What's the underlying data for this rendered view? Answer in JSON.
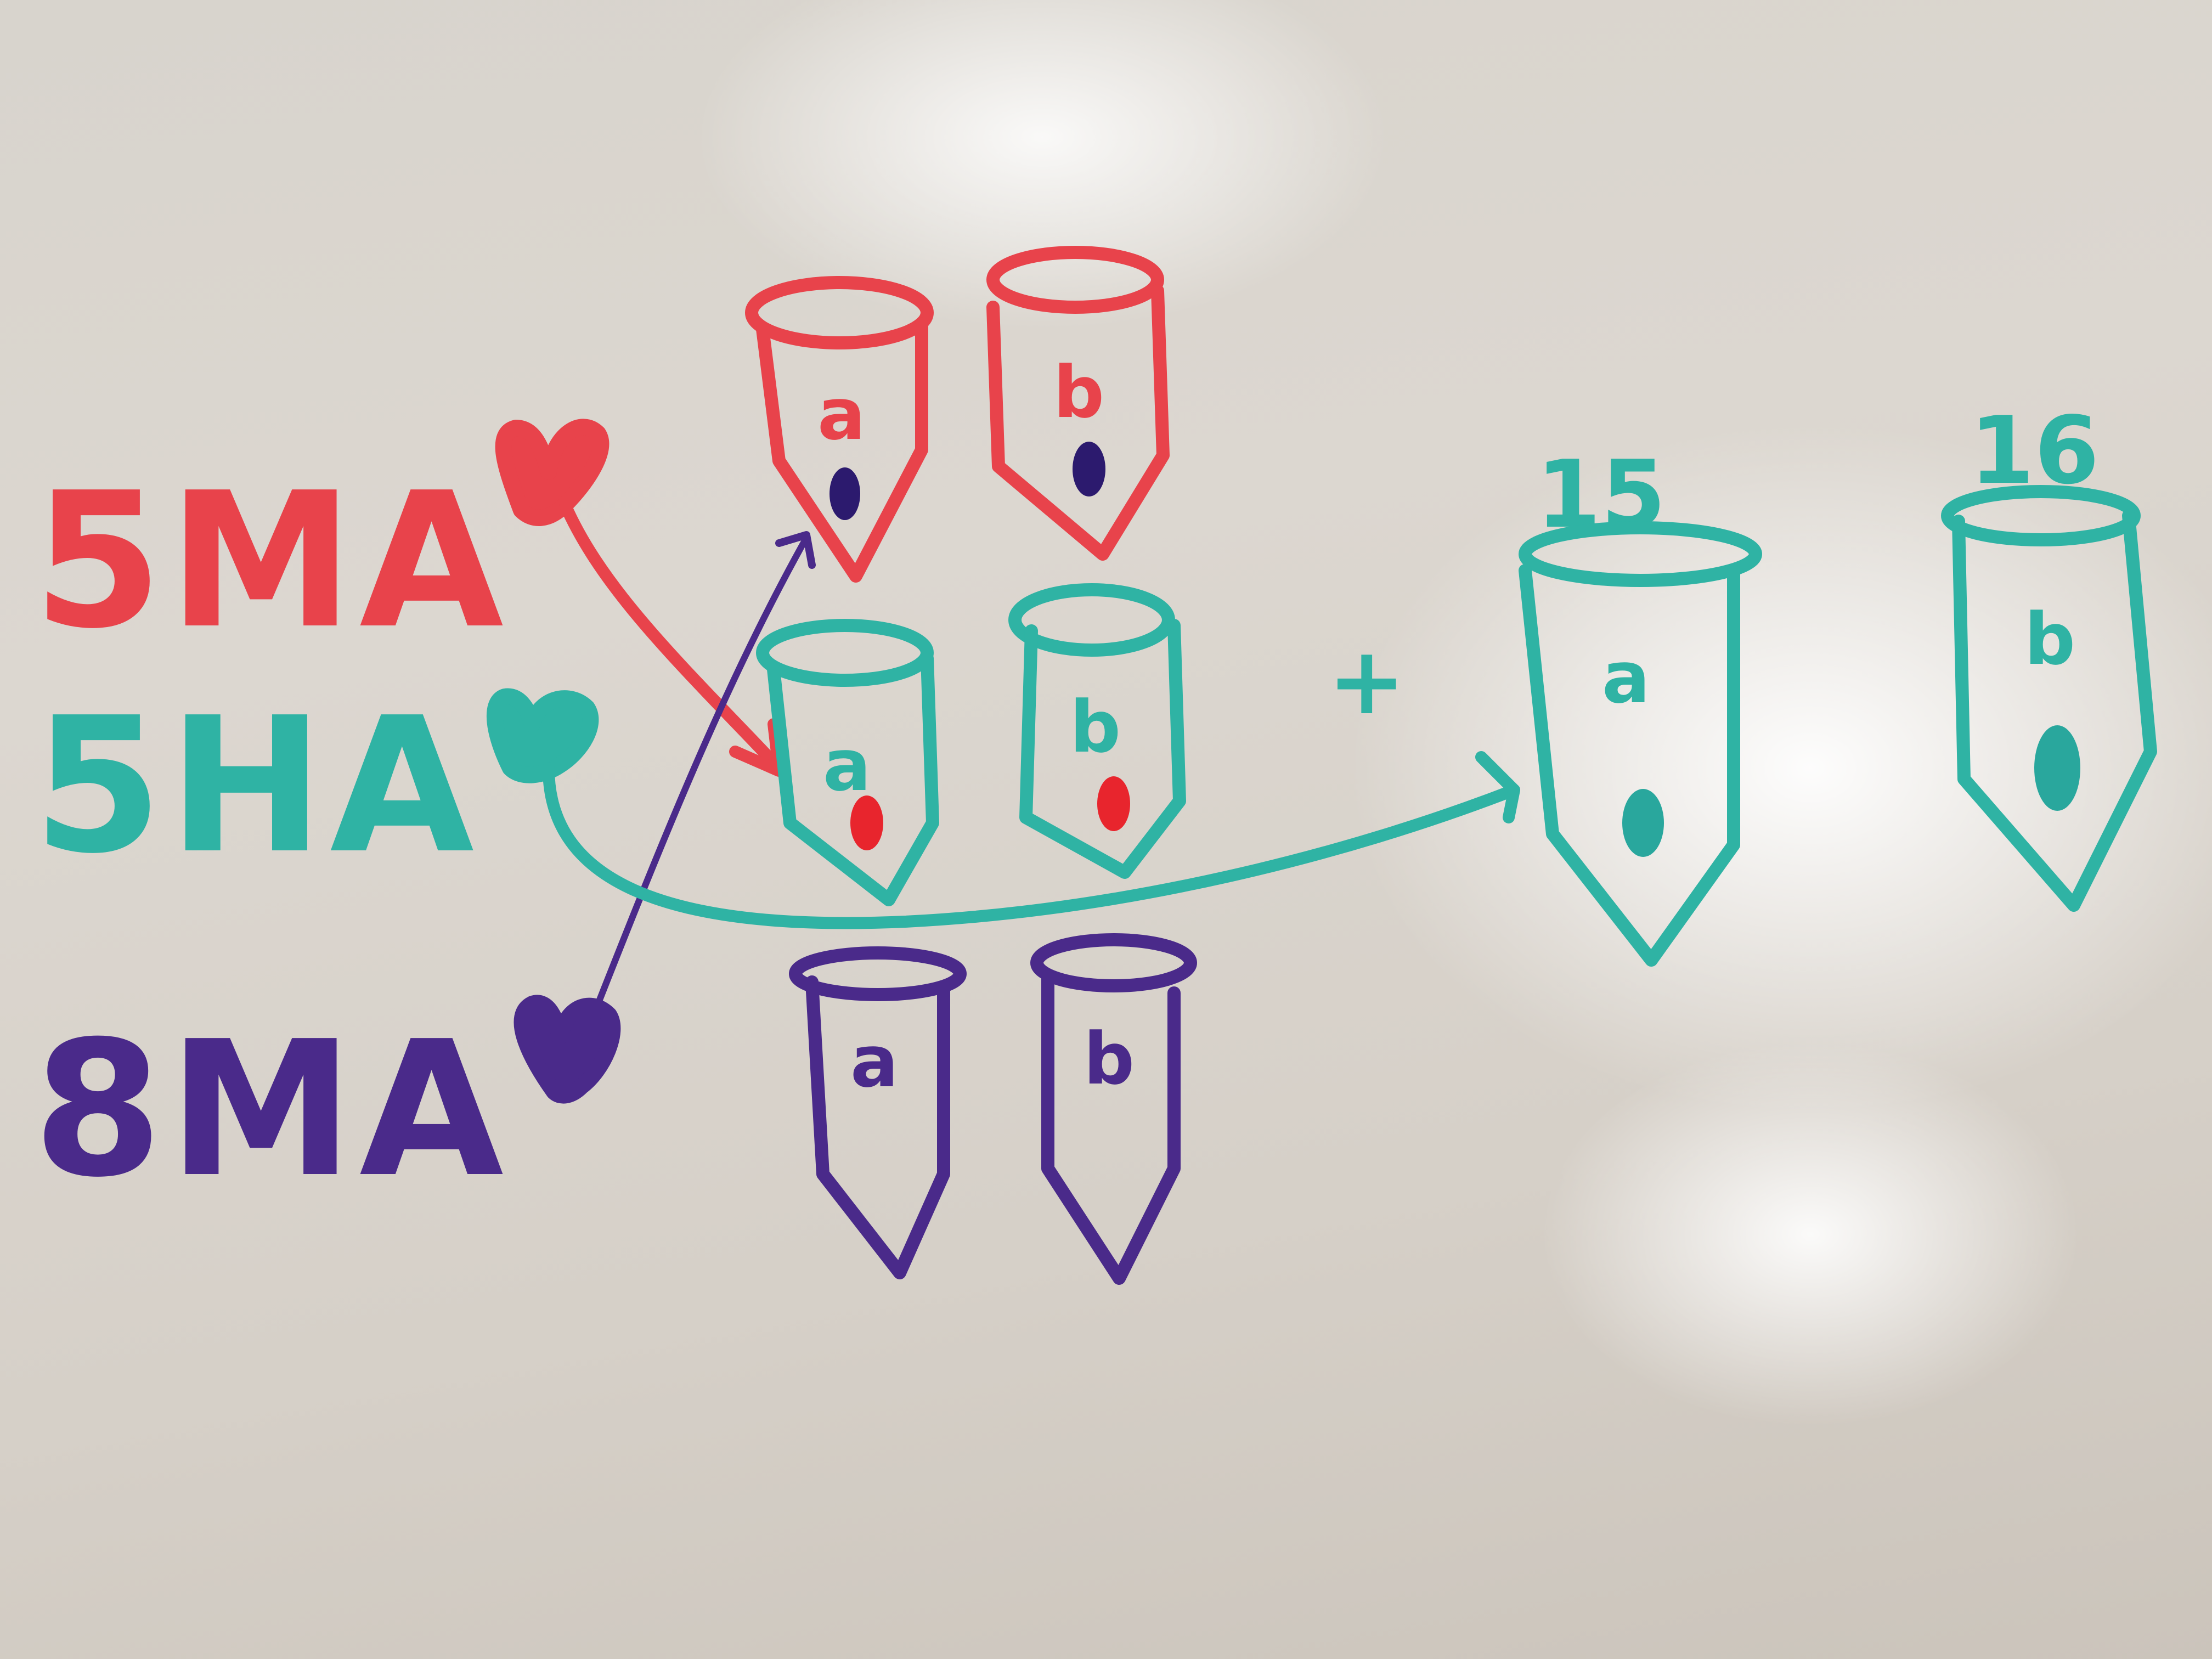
{
  "colors": {
    "red": "#e8434b",
    "teal": "#2fb3a4",
    "purple": "#4a2a8a",
    "dot_dark": "#2c1a6e",
    "dot_red": "#e8252d",
    "dot_teal": "#29a79d"
  },
  "rows": [
    {
      "label": "5MA",
      "color": "red",
      "tubes": [
        {
          "letter": "a",
          "dot": "dot_dark"
        },
        {
          "letter": "b",
          "dot": "dot_dark"
        }
      ]
    },
    {
      "label": "5HA",
      "color": "teal",
      "tubes": [
        {
          "letter": "a",
          "dot": "dot_red"
        },
        {
          "letter": "b",
          "dot": "dot_red"
        }
      ]
    },
    {
      "label": "8MA",
      "color": "purple",
      "tubes": [
        {
          "letter": "a",
          "dot": null
        },
        {
          "letter": "b",
          "dot": null
        }
      ]
    }
  ],
  "plus_sign": "+",
  "right_tubes": [
    {
      "number": "15",
      "letter": "a",
      "dot": "dot_teal"
    },
    {
      "number": "16",
      "letter": "b",
      "dot": "dot_teal"
    }
  ],
  "icons": [
    "flower-sketch-icon",
    "arrow-icon",
    "tube-sketch-icon"
  ]
}
